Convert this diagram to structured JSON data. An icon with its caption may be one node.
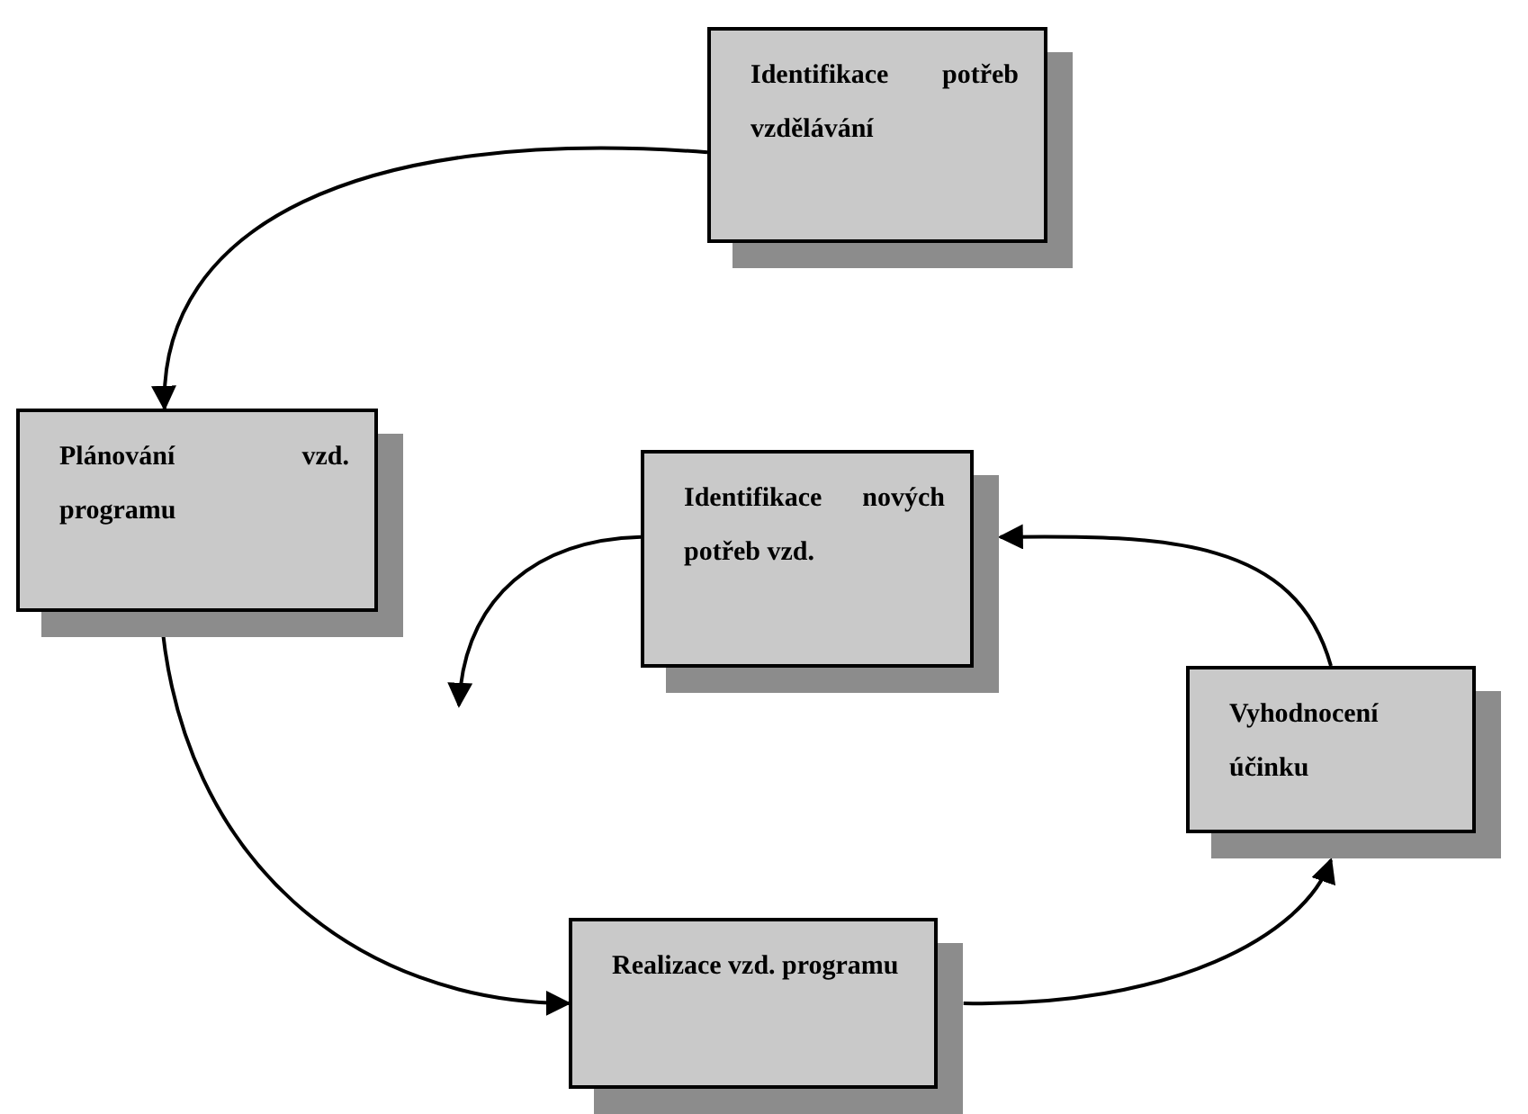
{
  "diagram": {
    "nodes": [
      {
        "text": [
          "Identifikace potřeb vzdělávání"
        ]
      },
      {
        "text": [
          "Plánování vzd. programu"
        ]
      },
      {
        "text": [
          "Identifikace nových potřeb vzd."
        ]
      },
      {
        "text": [
          "Vyhodnocení účinku"
        ]
      },
      {
        "text": [
          "Realizace vzd. programu"
        ]
      }
    ],
    "edges": [
      {
        "from": 0,
        "to": 1,
        "arrow": "to"
      },
      {
        "from": 1,
        "to": 4,
        "arrow": "to"
      },
      {
        "from": 4,
        "to": 3,
        "arrow": "to"
      },
      {
        "from": 3,
        "to": 2,
        "arrow": "to"
      },
      {
        "from": 2,
        "to": null,
        "arrow": "to"
      }
    ]
  }
}
